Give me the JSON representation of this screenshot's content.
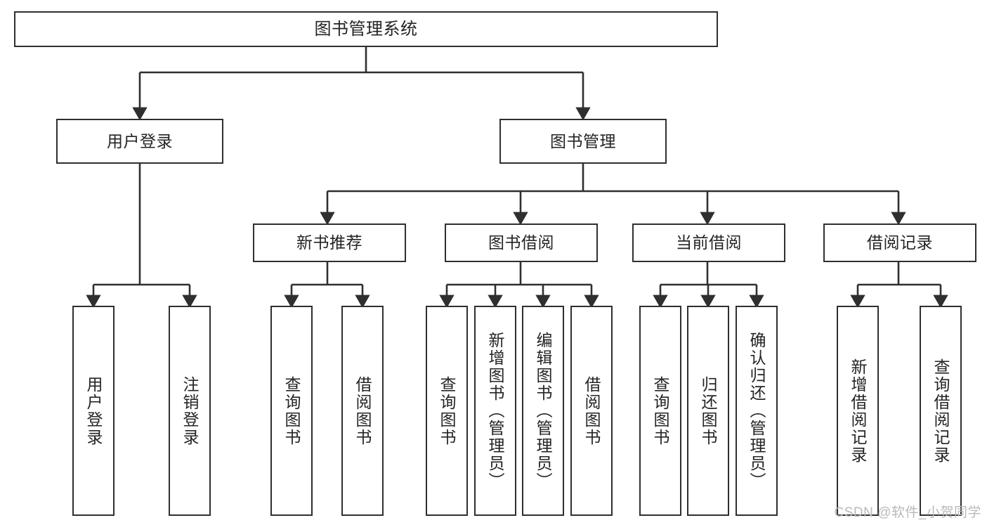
{
  "diagram": {
    "title": "图书管理系统",
    "type": "tree-hierarchy-chart",
    "watermark": "CSDN @软件_小贺同学",
    "colors": {
      "stroke": "#2f2f2f",
      "fill": "#ffffff",
      "text": "#242424",
      "watermark": "#b9b9b9"
    },
    "root": {
      "label": "图书管理系统"
    },
    "level1": [
      {
        "label": "用户登录"
      },
      {
        "label": "图书管理"
      }
    ],
    "level2": [
      {
        "label": "新书推荐"
      },
      {
        "label": "图书借阅"
      },
      {
        "label": "当前借阅"
      },
      {
        "label": "借阅记录"
      }
    ],
    "leaves": {
      "user_login": [
        {
          "label": "用户登录"
        },
        {
          "label": "注销登录"
        }
      ],
      "new_book_recommend": [
        {
          "label": "查询图书"
        },
        {
          "label": "借阅图书"
        }
      ],
      "book_borrow": [
        {
          "label": "查询图书"
        },
        {
          "label": "新增图书（管理员）"
        },
        {
          "label": "编辑图书（管理员）"
        },
        {
          "label": "借阅图书"
        }
      ],
      "current_borrow": [
        {
          "label": "查询图书"
        },
        {
          "label": "归还图书"
        },
        {
          "label": "确认归还（管理员）"
        }
      ],
      "borrow_record": [
        {
          "label": "新增借阅记录"
        },
        {
          "label": "查询借阅记录"
        }
      ]
    }
  }
}
